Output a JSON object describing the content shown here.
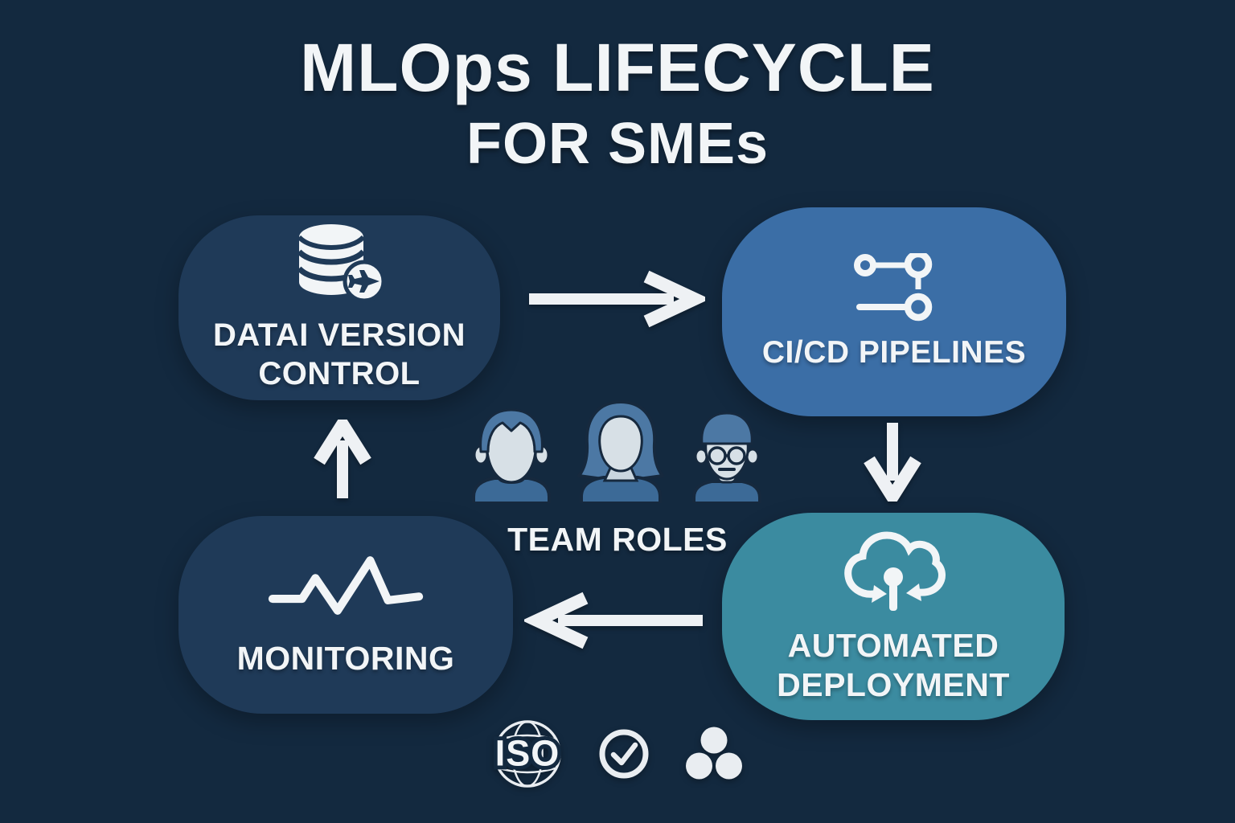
{
  "title": {
    "line1": "MLOps LIFECYCLE",
    "line2": "FOR SMEs"
  },
  "nodes": {
    "dvc": {
      "line1": "DATAI VERSION",
      "line2": "CONTROL",
      "icon": "database-sync-icon",
      "bg": "#1F3A58"
    },
    "cicd": {
      "line1": "CI/CD PIPELINES",
      "icon": "pipeline-branch-icon",
      "bg": "#3B6EA6"
    },
    "deploy": {
      "line1": "AUTOMATED",
      "line2": "DEPLOYMENT",
      "icon": "cloud-deploy-icon",
      "bg": "#3B8BA0"
    },
    "monitoring": {
      "line1": "MONITORING",
      "icon": "pulse-icon",
      "bg": "#1F3A58"
    }
  },
  "center": {
    "label": "TEAM ROLES",
    "icons": [
      "person-short-hair-icon",
      "person-long-hair-icon",
      "person-glasses-beanie-icon"
    ]
  },
  "footer": {
    "iso_text": "ISO",
    "icons": [
      "iso-globe-icon",
      "check-circle-icon",
      "cluster-circles-icon"
    ]
  },
  "colors": {
    "background": "#13293F",
    "box_dark": "#1F3A58",
    "box_blue": "#3B6EA6",
    "box_teal": "#3B8BA0",
    "text": "#F2F5F7",
    "arrow": "#EEF1F4",
    "avatar_shoulder": "#3C6A97",
    "avatar_hair": "#4C78A4",
    "avatar_skin": "#D7E0E6",
    "avatar_outline": "#16293E"
  }
}
